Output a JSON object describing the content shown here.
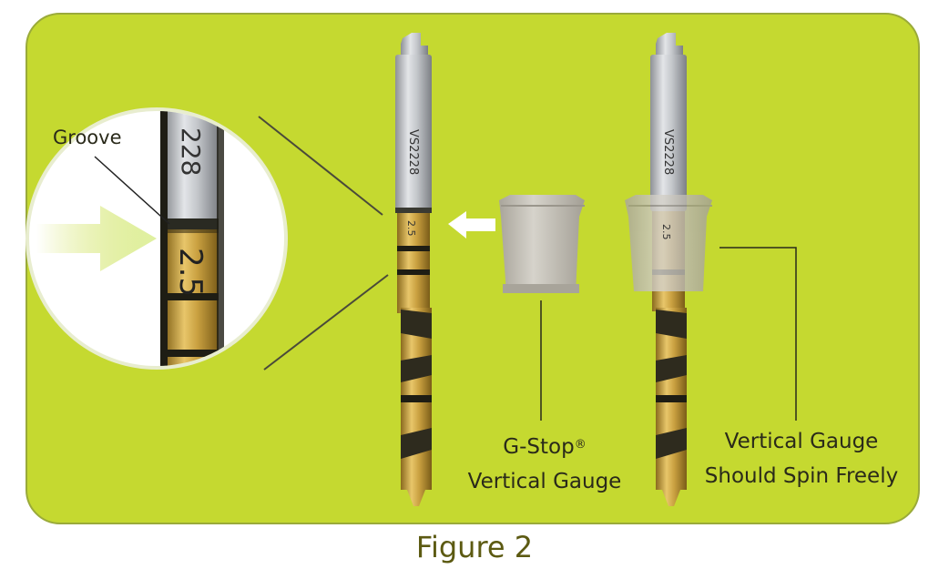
{
  "labels": {
    "groove": "Groove",
    "gstop_line1": "G-Stop",
    "gstop_reg": "®",
    "gstop_line2": "Vertical Gauge",
    "spin_line1": "Vertical Gauge",
    "spin_line2": "Should Spin Freely"
  },
  "drill": {
    "model": "VS2228",
    "depth_mark": "2.5",
    "zoom_model_fragment": "228"
  },
  "caption": "Figure 2",
  "colors": {
    "background": "#c5d930",
    "shank": "#b9bcc0",
    "gold": "#c9a040",
    "band": "#1e1d14",
    "gauge": "#c4c0b6",
    "caption": "#5c5a12",
    "arrow": "#ffffff"
  },
  "icons": [
    "zoom-arrow-icon",
    "direction-arrow-icon"
  ]
}
